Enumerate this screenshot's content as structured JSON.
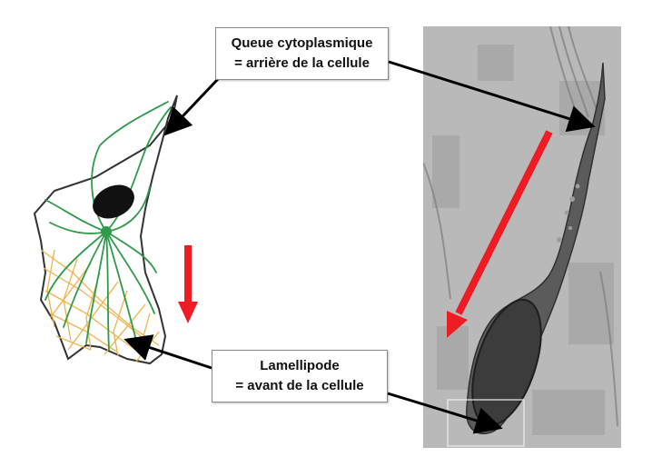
{
  "labels": {
    "rear": {
      "line1": "Queue cytoplasmique",
      "line2": "= arrière de la cellule"
    },
    "front": {
      "line1": "Lamellipode",
      "line2": "= avant de la cellule"
    }
  },
  "colors": {
    "motion_arrow": "#ee1c25",
    "microtubules": "#2e9a4a",
    "actin_mesh": "#f0b24a",
    "nucleus": "#111111",
    "pointer_arrow": "#000000",
    "em_background": "#b9b9b9",
    "em_cell": "#4a4a4a"
  },
  "icons": {
    "motion": "red-arrow-icon",
    "pointer": "black-arrow-icon"
  }
}
